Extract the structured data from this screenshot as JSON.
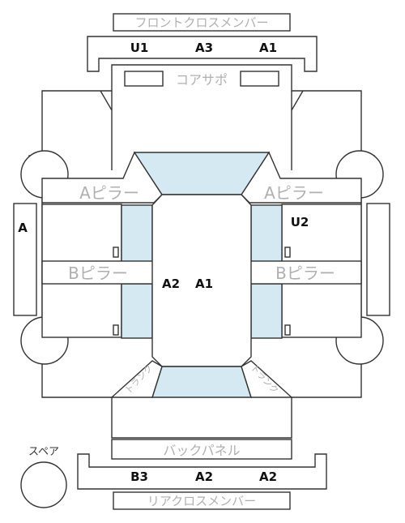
{
  "parts": {
    "front_cross_member": "フロントクロスメンバー",
    "core_support": "コアサポ",
    "a_pillar_left": "Aピラー",
    "a_pillar_right": "Aピラー",
    "b_pillar_left": "Bピラー",
    "b_pillar_right": "Bピラー",
    "trunk_left": "トランク",
    "trunk_right": "トランク",
    "back_panel": "バックパネル",
    "rear_cross_member": "リアクロスメンバー",
    "spare": "スペア"
  },
  "grades": {
    "front_left": "U1",
    "front_center": "A3",
    "front_right": "A1",
    "left_side": "A",
    "right_side": "U2",
    "roof_left": "A2",
    "roof_right": "A1",
    "rear_left": "B3",
    "rear_center": "A2",
    "rear_right": "A2"
  }
}
